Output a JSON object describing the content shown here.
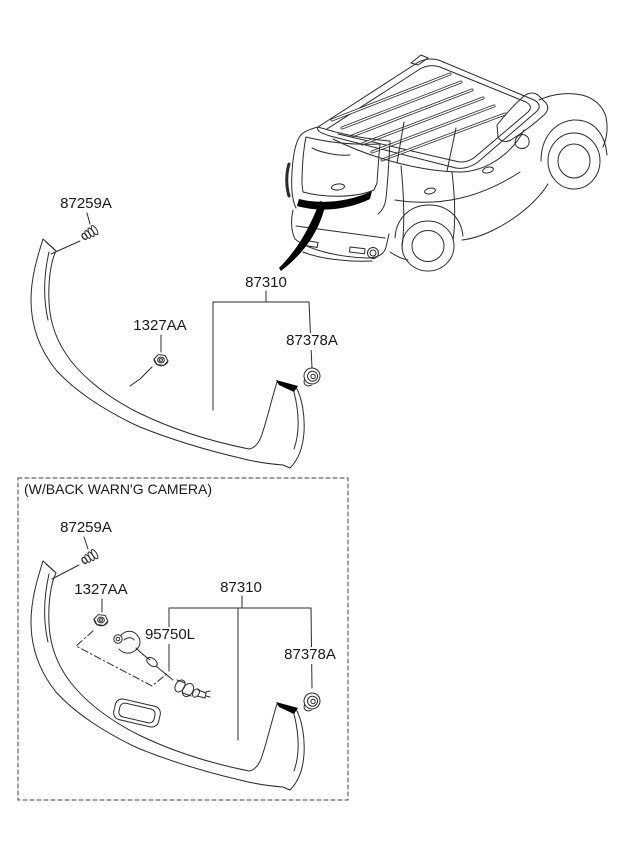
{
  "diagram": {
    "description": "Back panel moulding / tailgate garnish parts diagram",
    "colors": {
      "line": "#2b2b2b",
      "highlight": "#000000",
      "background": "#ffffff"
    },
    "top_section": {
      "parts": [
        {
          "id": "retainer",
          "label": "87259A",
          "icon": "clip-icon"
        },
        {
          "id": "nut",
          "label": "1327AA",
          "icon": "nut-icon"
        },
        {
          "id": "garnish",
          "label": "87310",
          "icon": "bracket-callout"
        },
        {
          "id": "grommet",
          "label": "87378A",
          "icon": "grommet-icon"
        }
      ]
    },
    "camera_section": {
      "title": "(W/BACK WARN'G CAMERA)",
      "parts": [
        {
          "id": "retainer",
          "label": "87259A",
          "icon": "clip-icon"
        },
        {
          "id": "nut",
          "label": "1327AA",
          "icon": "nut-icon"
        },
        {
          "id": "garnish",
          "label": "87310",
          "icon": "bracket-callout"
        },
        {
          "id": "camera",
          "label": "95750L",
          "icon": "camera-harness"
        },
        {
          "id": "grommet",
          "label": "87378A",
          "icon": "grommet-icon"
        }
      ]
    }
  }
}
